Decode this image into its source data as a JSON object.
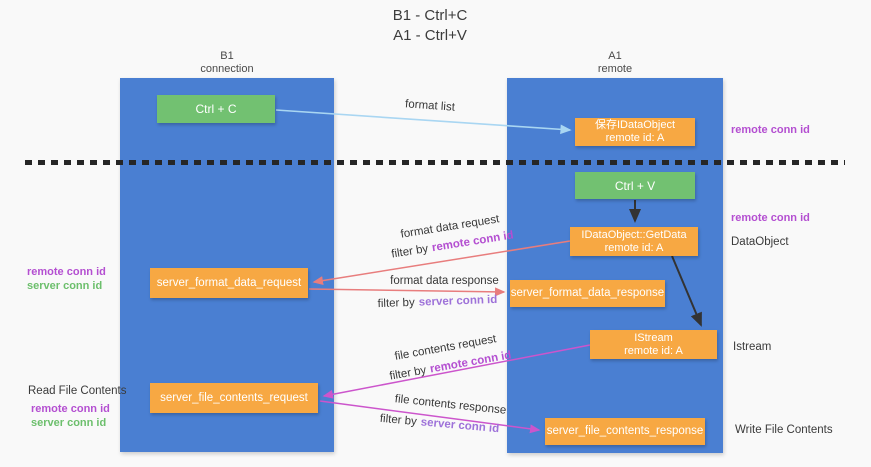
{
  "title": {
    "line1": "B1 - Ctrl+C",
    "line2": "A1 - Ctrl+V"
  },
  "columns": {
    "left": {
      "name": "B1",
      "role": "connection"
    },
    "right": {
      "name": "A1",
      "role": "remote"
    }
  },
  "boxes": {
    "ctrl_c": {
      "label": "Ctrl + C"
    },
    "ctrl_v": {
      "label": "Ctrl + V"
    },
    "save_dataobject": {
      "line1": "保存IDataObject",
      "line2": "remote id: A"
    },
    "getdata": {
      "line1": "IDataObject::GetData",
      "line2": "remote id: A"
    },
    "istream": {
      "line1": "IStream",
      "line2": "remote id: A"
    },
    "server_format_data_request": {
      "label": "server_format_data_request"
    },
    "server_format_data_response": {
      "label": "server_format_data_response"
    },
    "server_file_contents_request": {
      "label": "server_file_contents_request"
    },
    "server_file_contents_response": {
      "label": "server_file_contents_response"
    }
  },
  "arrow_labels": {
    "format_list": "format list",
    "format_data_request": "format data request",
    "format_data_response": "format data response",
    "file_contents_request": "file contents request",
    "file_contents_response": "file contents response",
    "filter_by": "filter by",
    "remote_conn_id": "remote conn id",
    "server_conn_id": "server conn id"
  },
  "annotations": {
    "left_remote_conn_id": "remote conn id",
    "left_server_conn_id": "server conn id",
    "read_file_contents": "Read File Contents",
    "read_remote_conn_id": "remote conn id",
    "read_server_conn_id": "server conn id",
    "right_remote_conn_id_top": "remote conn id",
    "right_remote_conn_id_mid": "remote conn id",
    "dataobject": "DataObject",
    "istream": "Istream",
    "write_file_contents": "Write File Contents"
  },
  "colors": {
    "column_blue": "#4a7fd2",
    "box_orange": "#f7a843",
    "box_green": "#72c171",
    "arrow_lightblue": "#a9d6f2",
    "arrow_salmon": "#e87d7d",
    "arrow_magenta": "#cc55cc",
    "arrow_black": "#333333",
    "remote_conn_purple": "#b44fd1",
    "server_conn_green": "#6cbf6c",
    "filter_server_purple": "#9e72d9"
  }
}
